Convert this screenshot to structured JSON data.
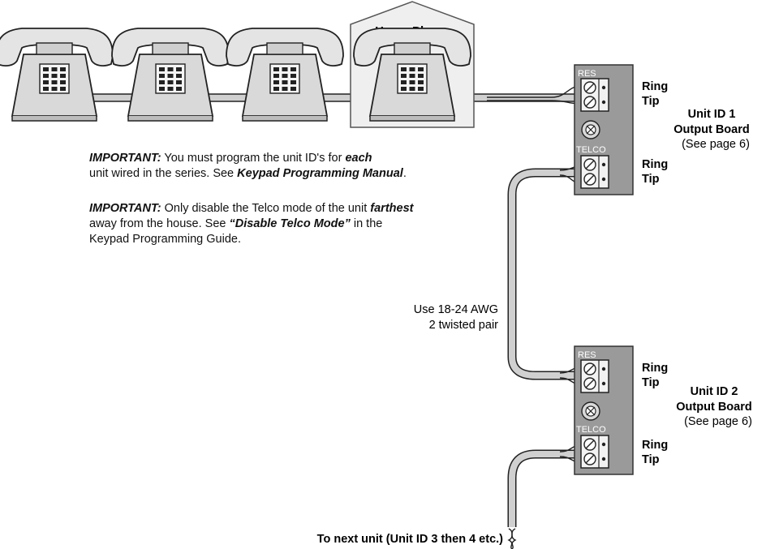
{
  "house_label": "Home Phone",
  "notes": [
    {
      "prefix": "IMPORTANT:",
      "line1_a": " You must program the unit ID's for ",
      "line1_em": "each",
      "line2_a": "unit wired in the series. See ",
      "line2_em": "Keypad Programming Manual",
      "line2_b": "."
    },
    {
      "prefix": "IMPORTANT:",
      "line1_a": " Only disable the Telco mode of the unit ",
      "line1_em": "farthest",
      "line2_a": "away from the house. See ",
      "line2_em": "“Disable Telco Mode”",
      "line2_b": "  in the",
      "line3": "Keypad Programming Guide."
    }
  ],
  "wire_label": [
    "Use 18-24 AWG",
    "2 twisted pair"
  ],
  "bottom_label": "To next unit (Unit ID 3 then 4 etc.)",
  "boards": [
    {
      "res_label": "RES",
      "telco_label": "TELCO",
      "res_terms": [
        "Ring",
        "Tip"
      ],
      "telco_terms": [
        "Ring",
        "Tip"
      ],
      "unit_title": [
        "Unit ID 1",
        "Output Board"
      ],
      "unit_ref": "(See page 6)"
    },
    {
      "res_label": "RES",
      "telco_label": "TELCO",
      "res_terms": [
        "Ring",
        "Tip"
      ],
      "telco_terms": [
        "Ring",
        "Tip"
      ],
      "unit_title": [
        "Unit ID 2",
        "Output Board"
      ],
      "unit_ref": "(See page 6)"
    }
  ]
}
